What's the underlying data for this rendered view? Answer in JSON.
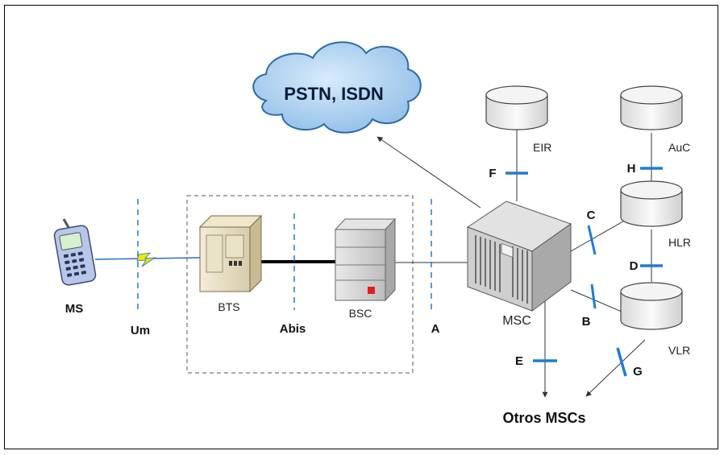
{
  "cloud": {
    "label": "PSTN, ISDN"
  },
  "nodes": {
    "ms": "MS",
    "bts": "BTS",
    "bsc": "BSC",
    "msc": "MSC",
    "eir": "EIR",
    "auc": "AuC",
    "hlr": "HLR",
    "vlr": "VLR",
    "other": "Otros MSCs"
  },
  "interfaces": {
    "um": "Um",
    "abis": "Abis",
    "a": "A",
    "b": "B",
    "c": "C",
    "d": "D",
    "e": "E",
    "f": "F",
    "g": "G",
    "h": "H"
  },
  "colors": {
    "interface_marker": "#1f7bd6",
    "cloud_fill": "#9ec6ea",
    "cloud_stroke": "#2b6aa8",
    "cylinder_fill": "#eeeeee"
  }
}
